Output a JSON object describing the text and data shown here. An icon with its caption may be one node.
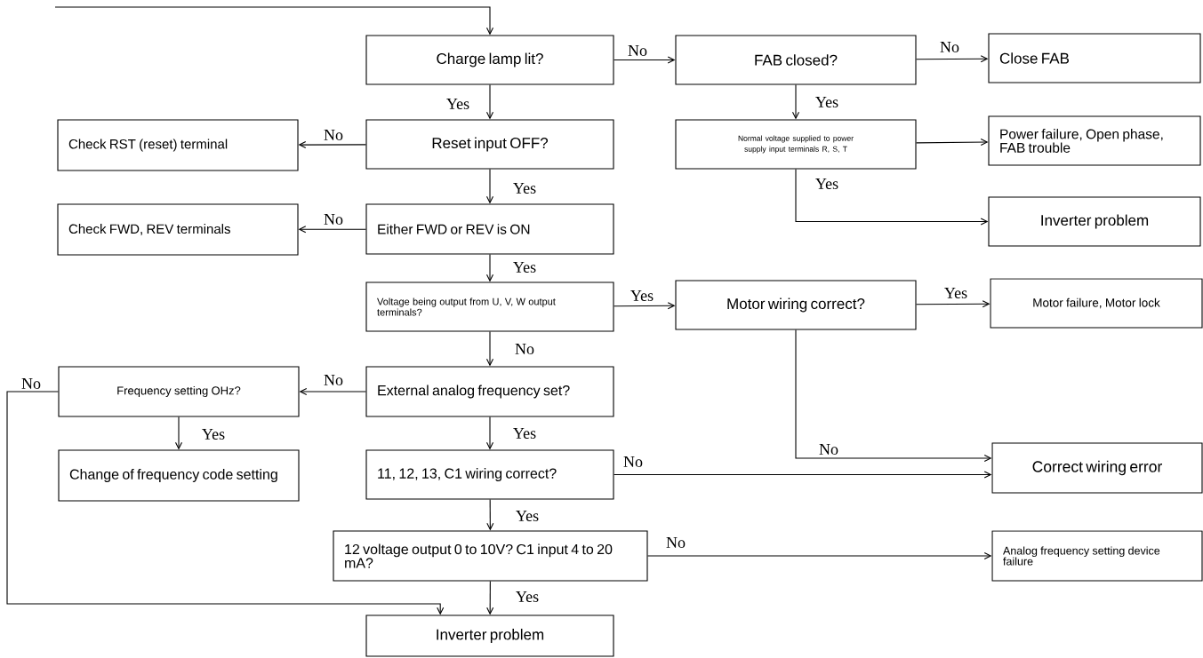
{
  "diagram": {
    "nodes": [
      {
        "text": [
          "Charge lamp lit?"
        ]
      },
      {
        "text": [
          "FAB closed?"
        ]
      },
      {
        "text": [
          "Close FAB"
        ]
      },
      {
        "text": [
          "Check RST (reset) terminal"
        ]
      },
      {
        "text": [
          "Reset input OFF?"
        ]
      },
      {
        "text": [
          "Normal voltage supplied to power supply input terminals R, S, T"
        ]
      },
      {
        "text": [
          "Power failure, Open phase, FAB trouble"
        ]
      },
      {
        "text": [
          "Check FWD, REV terminals"
        ]
      },
      {
        "text": [
          "Either FWD or REV is ON"
        ]
      },
      {
        "text": [
          "Inverter problem"
        ]
      },
      {
        "text": [
          "Voltage being output from U, V, W output terminals?"
        ]
      },
      {
        "text": [
          "Motor wiring correct?"
        ]
      },
      {
        "text": [
          "Motor failure, Motor lock"
        ]
      },
      {
        "text": [
          "Frequency setting OHz?"
        ]
      },
      {
        "text": [
          "External analog frequency set?"
        ]
      },
      {
        "text": [
          "Change of frequency code setting"
        ]
      },
      {
        "text": [
          "11, 12, 13, C1 wiring correct?"
        ]
      },
      {
        "text": [
          "Correct wiring error"
        ]
      },
      {
        "text": [
          "12 voltage output 0 to 10V? C1 input 4 to 20 mA?"
        ]
      },
      {
        "text": [
          "Analog frequency setting device failure"
        ]
      },
      {
        "text": [
          "Inverter problem"
        ]
      }
    ],
    "edges": [
      {
        "from": null,
        "to": 0,
        "arrow": "to"
      },
      {
        "from": 0,
        "to": 1,
        "arrow": "to",
        "label": "No"
      },
      {
        "from": 1,
        "to": 2,
        "arrow": "to",
        "label": "No"
      },
      {
        "from": 1,
        "to": 5,
        "arrow": "to",
        "label": "Yes"
      },
      {
        "from": 0,
        "to": 4,
        "arrow": "to",
        "label": "Yes"
      },
      {
        "from": 4,
        "to": 3,
        "arrow": "to",
        "label": "No"
      },
      {
        "from": 5,
        "to": 6,
        "arrow": "to"
      },
      {
        "from": 5,
        "to": 9,
        "arrow": "to",
        "label": "Yes"
      },
      {
        "from": 4,
        "to": 8,
        "arrow": "to",
        "label": "Yes"
      },
      {
        "from": 8,
        "to": 7,
        "arrow": "to",
        "label": "No"
      },
      {
        "from": 8,
        "to": 10,
        "arrow": "to",
        "label": "Yes"
      },
      {
        "from": 10,
        "to": 11,
        "arrow": "to",
        "label": "Yes"
      },
      {
        "from": 11,
        "to": 12,
        "arrow": "to",
        "label": "Yes"
      },
      {
        "from": 11,
        "to": 17,
        "arrow": "to",
        "label": "No"
      },
      {
        "from": 10,
        "to": 14,
        "arrow": "to",
        "label": "No"
      },
      {
        "from": 14,
        "to": 13,
        "arrow": "to",
        "label": "No"
      },
      {
        "from": 13,
        "to": 20,
        "arrow": "to",
        "label": "No"
      },
      {
        "from": 13,
        "to": 15,
        "arrow": "to",
        "label": "Yes"
      },
      {
        "from": 14,
        "to": 16,
        "arrow": "to",
        "label": "Yes"
      },
      {
        "from": 16,
        "to": 17,
        "arrow": "to",
        "label": "No"
      },
      {
        "from": 16,
        "to": 18,
        "arrow": "to",
        "label": "Yes"
      },
      {
        "from": 18,
        "to": 19,
        "arrow": "to",
        "label": "No"
      },
      {
        "from": 18,
        "to": 20,
        "arrow": "to",
        "label": "Yes"
      }
    ]
  }
}
